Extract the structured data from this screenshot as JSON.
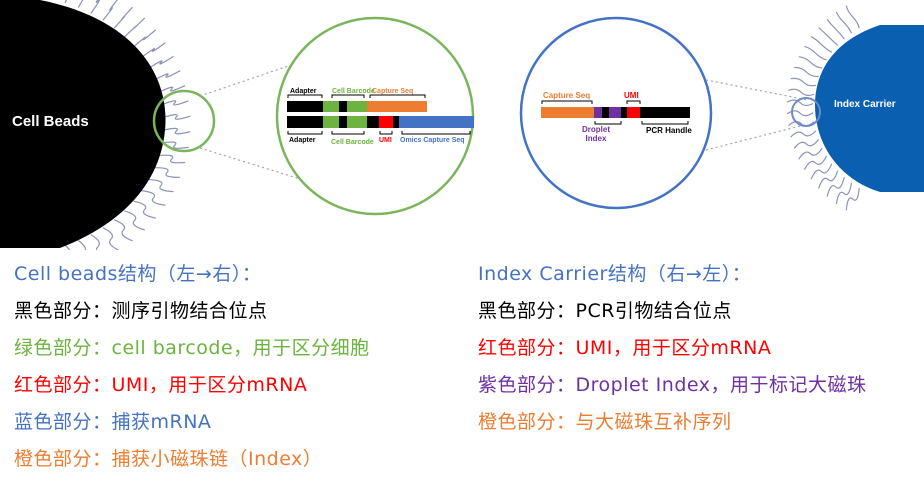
{
  "colors": {
    "black": "#000000",
    "green": "#6cb33f",
    "orange": "#ed7d31",
    "red": "#ff0000",
    "blue": "#4472c4",
    "purple": "#7030a0",
    "dark_blue": "#0b5fb0",
    "heading_blue": "#4472c4"
  },
  "diagram": {
    "cell_beads_label": "Cell Beads",
    "index_carrier_label": "Index Carrier",
    "left_zoom": {
      "adapter_top": "Adapter",
      "cell_barcode_top": "Cell Barcode",
      "capture_seq_top": "Capture Seq",
      "adapter_bottom": "Adapter",
      "cell_barcode_bottom": "Cell Barcode",
      "umi": "UMI",
      "omics_capture_seq": "Omics Capture Seq"
    },
    "right_zoom": {
      "capture_seq": "Capture Seq",
      "umi": "UMI",
      "droplet_index": "Droplet Index",
      "pcr_handle": "PCR Handle"
    }
  },
  "left_text": {
    "heading": "Cell beads结构（左→右）：",
    "lines": [
      {
        "text": "黑色部分：测序引物结合位点",
        "color": "#000000"
      },
      {
        "text": "绿色部分：cell barcode，用于区分细胞",
        "color": "#6cb33f"
      },
      {
        "text": "红色部分：UMI，用于区分mRNA",
        "color": "#ff0000"
      },
      {
        "text": "蓝色部分：捕获mRNA",
        "color": "#4472c4"
      },
      {
        "text": "橙色部分：捕获小磁珠链（Index）",
        "color": "#ed7d31"
      }
    ]
  },
  "right_text": {
    "heading": "Index Carrier结构（右→左）：",
    "lines": [
      {
        "text": "黑色部分：PCR引物结合位点",
        "color": "#000000"
      },
      {
        "text": "红色部分：UMI，用于区分mRNA",
        "color": "#ff0000"
      },
      {
        "text": "紫色部分：Droplet Index，用于标记大磁珠",
        "color": "#7030a0"
      },
      {
        "text": "橙色部分：与大磁珠互补序列",
        "color": "#ed7d31"
      }
    ]
  }
}
